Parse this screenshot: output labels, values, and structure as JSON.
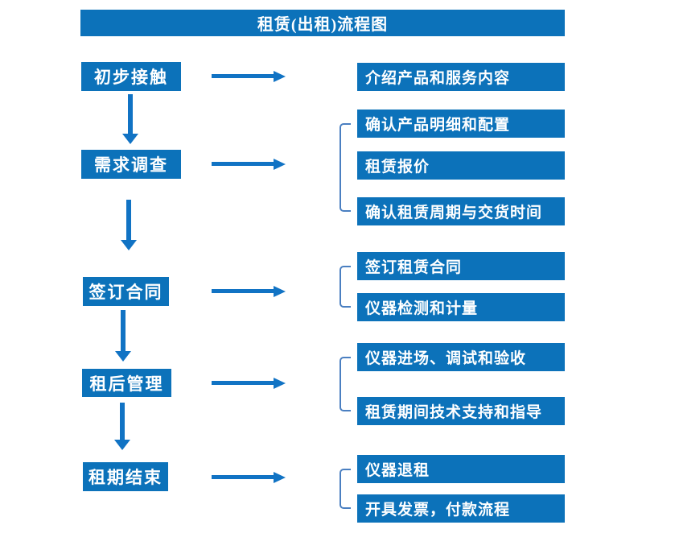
{
  "title": "租赁(出租)流程图",
  "colors": {
    "box_blue": "#0c72ba",
    "arrow_blue": "#1173c4",
    "bracket_blue": "#4a7fc1",
    "text_white": "#ffffff",
    "background": "#ffffff"
  },
  "flow": {
    "steps": [
      {
        "label": "初步接触",
        "details": [
          "介绍产品和服务内容"
        ]
      },
      {
        "label": "需求调查",
        "details": [
          "确认产品明细和配置",
          "租赁报价",
          "确认租赁周期与交货时间"
        ]
      },
      {
        "label": "签订合同",
        "details": [
          "签订租赁合同",
          "仪器检测和计量"
        ]
      },
      {
        "label": "租后管理",
        "details": [
          "仪器进场、调试和验收",
          "租赁期间技术支持和指导"
        ]
      },
      {
        "label": "租期结束",
        "details": [
          "仪器退租",
          "开具发票，付款流程"
        ]
      }
    ]
  }
}
